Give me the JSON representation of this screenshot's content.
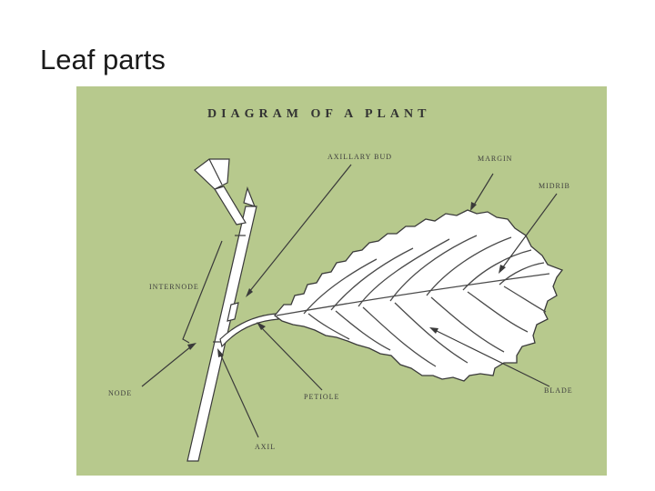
{
  "slide": {
    "title": "Leaf parts"
  },
  "diagram": {
    "title": "DIAGRAM OF A PLANT",
    "labels": {
      "axillary_bud": "AXILLARY BUD",
      "margin": "MARGIN",
      "midrib": "MIDRIB",
      "internode": "INTERNODE",
      "node": "NODE",
      "petiole": "PETIOLE",
      "blade": "BLADE",
      "axil": "AXIL"
    },
    "colors": {
      "background": "#b7c98d",
      "leaf": "#ffffff",
      "ink": "#3a3a3a"
    }
  }
}
